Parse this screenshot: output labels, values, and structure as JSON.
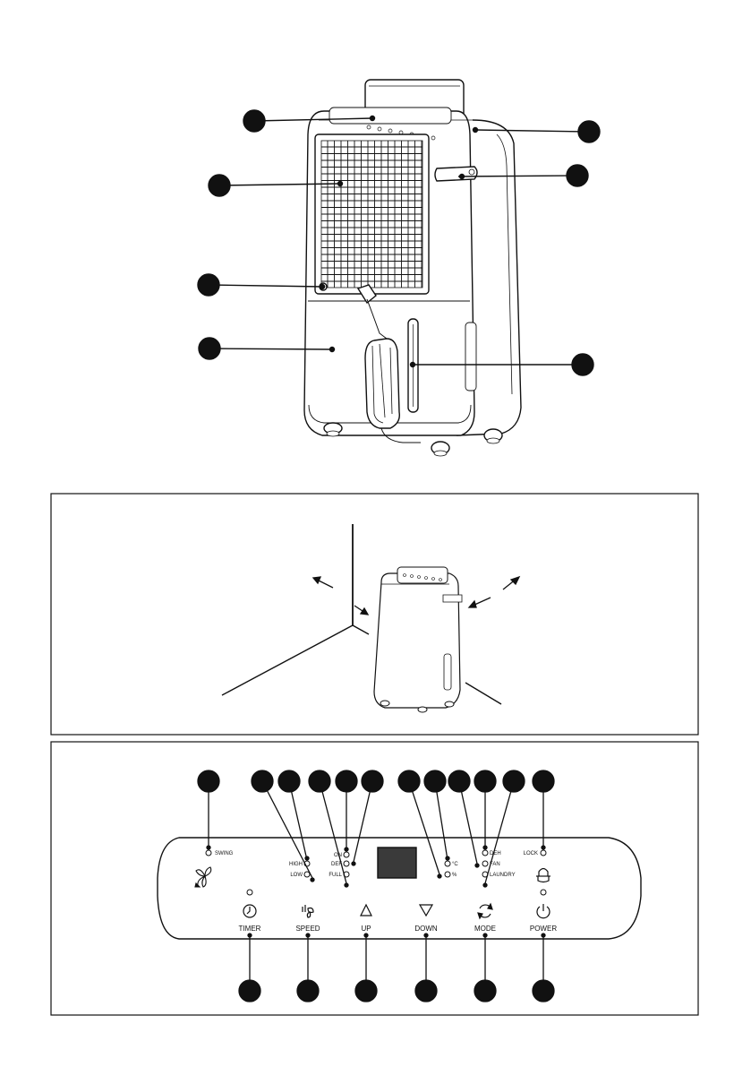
{
  "control_panel": {
    "indicators": {
      "swing": "SWING",
      "high": "HIGH",
      "low": "LOW",
      "on": "ON",
      "def": "DEF",
      "full": "FULL",
      "celsius": "°C",
      "percent": "%",
      "deh": "DEH",
      "fan": "FAN",
      "laundry": "LAUNDRY",
      "lock": "LOCK"
    },
    "buttons": {
      "timer": "TIMER",
      "speed": "SPEED",
      "up": "UP",
      "down": "DOWN",
      "mode": "MODE",
      "power": "POWER"
    }
  },
  "icons": [
    "swing-icon",
    "timer-icon",
    "speed-icon",
    "up-arrow-icon",
    "down-arrow-icon",
    "mode-icon",
    "power-icon",
    "lock-icon",
    "arrow-icon",
    "callout-marker"
  ]
}
